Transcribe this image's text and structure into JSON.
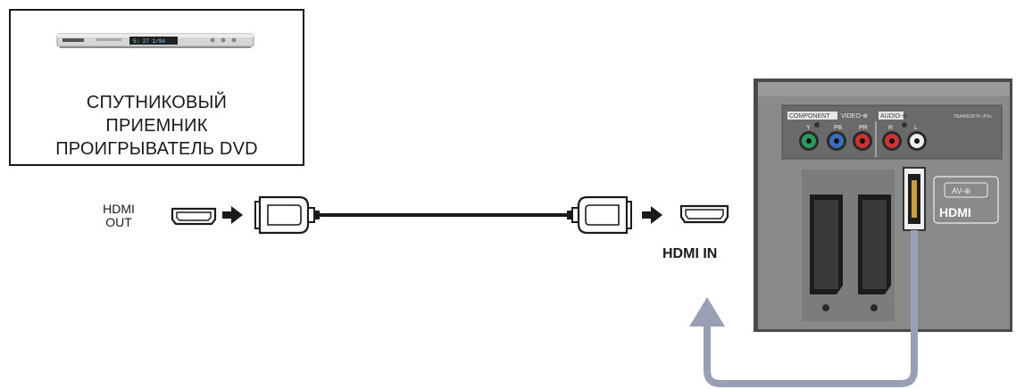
{
  "device_label_lines": [
    "СПУТНИКОВЫЙ",
    "ПРИЕМНИК",
    "ПРОИГРЫВАТЕЛЬ DVD"
  ],
  "hdmi_out_label_lines": [
    "HDMI",
    "OUT"
  ],
  "hdmi_in_label": "HDMI IN",
  "dvd_display_text": "5: 27 1/94",
  "tv_panel": {
    "component_label": "COMPONENT",
    "video_label": "VIDEO-⊕",
    "audio_label": "AUDIO-⊕",
    "y_label": "Y",
    "pb_label": "PB",
    "pr_label": "PR",
    "r_label": "R",
    "l_label": "L",
    "av_label": "AV-⊕",
    "hdmi_logo": "HDMI",
    "model_text": "TBA40E0076 «PS»"
  },
  "colors": {
    "line": "#1a1a1a",
    "route_arrow": "#9aa0b4",
    "panel": "#8c8c8c",
    "panel_dark": "#5f5f5f"
  }
}
